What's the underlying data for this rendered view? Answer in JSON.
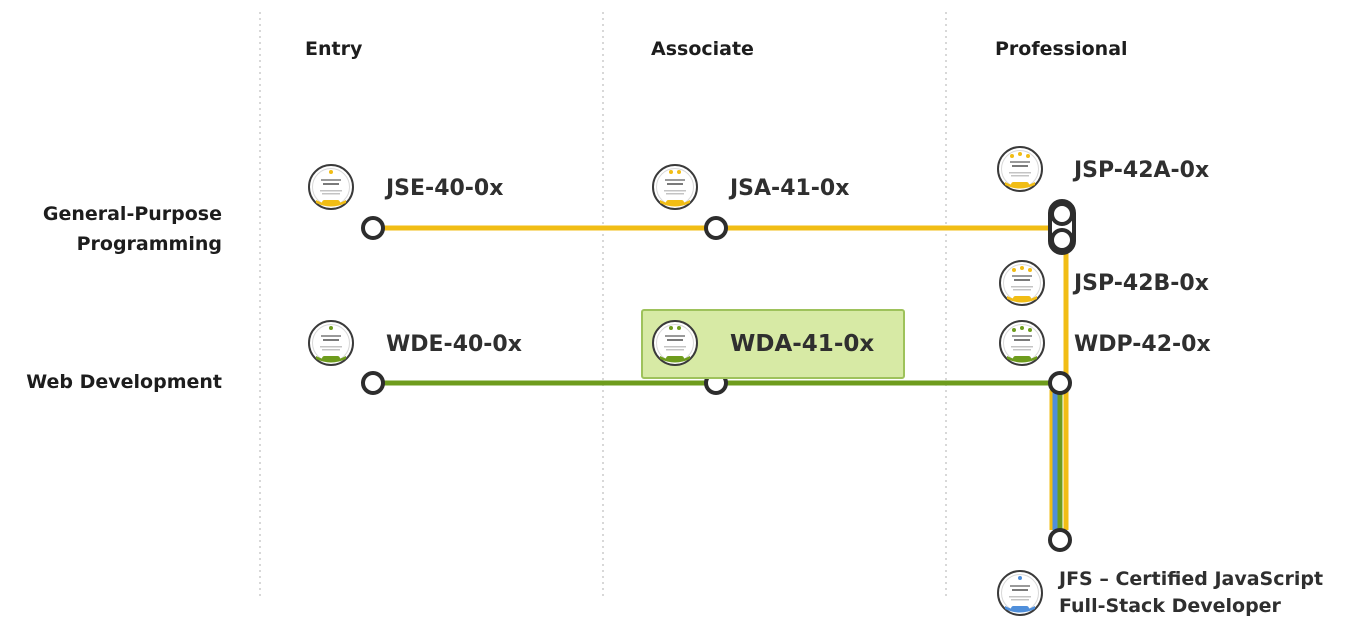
{
  "columns": [
    {
      "label": "Entry"
    },
    {
      "label": "Associate"
    },
    {
      "label": "Professional"
    }
  ],
  "tracks": [
    {
      "label_line1": "General-Purpose",
      "label_line2": "Programming",
      "color": "#f1bd15"
    },
    {
      "label": "Web Development",
      "color": "#6e9c1d"
    }
  ],
  "fullstack_line_color": "#4f8fdb",
  "certifications": {
    "jse": {
      "code": "JSE-40-0x",
      "badge_color": "#f1bd15"
    },
    "jsa": {
      "code": "JSA-41-0x",
      "badge_color": "#f1bd15"
    },
    "jsp_a": {
      "code": "JSP-42A-0x",
      "badge_color": "#f1bd15"
    },
    "jsp_b": {
      "code": "JSP-42B-0x",
      "badge_color": "#f1bd15"
    },
    "wde": {
      "code": "WDE-40-0x",
      "badge_color": "#6e9c1d"
    },
    "wda": {
      "code": "WDA-41-0x",
      "badge_color": "#6e9c1d",
      "highlighted": true
    },
    "wdp": {
      "code": "WDP-42-0x",
      "badge_color": "#6e9c1d"
    },
    "jfs": {
      "line1": "JFS – Certified JavaScript",
      "line2": "Full-Stack Developer",
      "badge_color": "#4f8fdb"
    }
  }
}
